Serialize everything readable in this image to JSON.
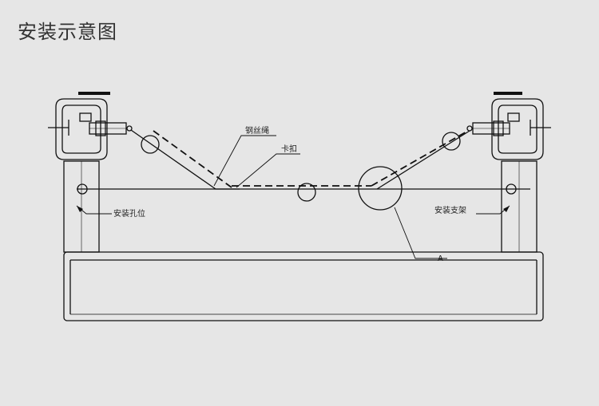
{
  "title": "安装示意图",
  "labels": {
    "wire_rope": "钢丝绳",
    "clamp": "卡扣",
    "mounting_hole": "安装孔位",
    "mounting_bracket": "安装支架",
    "detail_a": "A"
  },
  "colors": {
    "background": "#e6e6e6",
    "line": "#111111"
  }
}
